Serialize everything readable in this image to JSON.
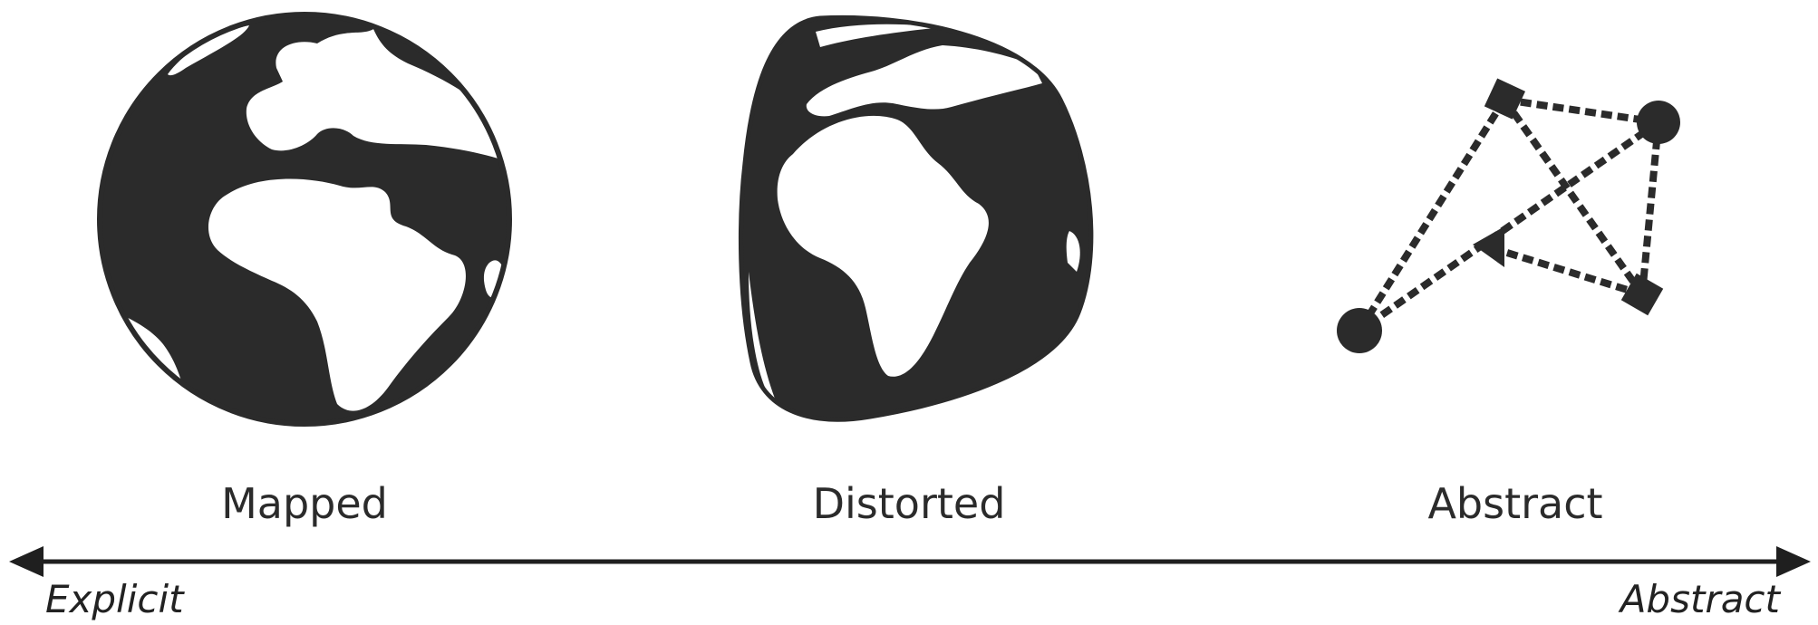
{
  "panels": {
    "mapped_label": "Mapped",
    "distorted_label": "Distorted",
    "abstract_label": "Abstract"
  },
  "axis": {
    "left_label": "Explicit",
    "right_label": "Abstract"
  },
  "colors": {
    "ink": "#2b2b2b",
    "background": "#ffffff"
  },
  "icons": {
    "mapped": "globe-icon",
    "distorted": "distorted-globe-icon",
    "abstract": "node-network-icon"
  }
}
